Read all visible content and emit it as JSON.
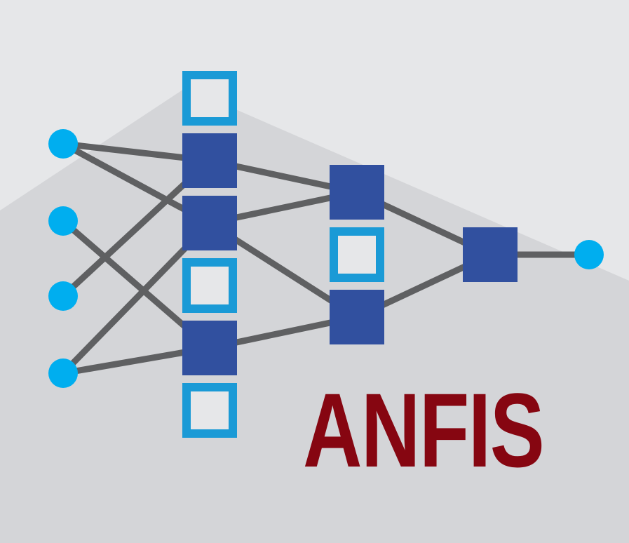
{
  "diagram": {
    "title": "ANFIS",
    "colors": {
      "background": "#e6e7e9",
      "background_shade": "#d4d5d8",
      "edge": "#5f6062",
      "input_node": "#00aeef",
      "filled_node": "#31509f",
      "hollow_node_border": "#1a9ad6",
      "hollow_node_fill": "#e6e7e9",
      "output_node": "#00aeef",
      "title": "#860611"
    },
    "layers": [
      {
        "name": "input",
        "nodes": [
          "input-node-1",
          "input-node-2",
          "input-node-3",
          "input-node-4"
        ]
      },
      {
        "name": "membership",
        "nodes": [
          "hollow",
          "filled",
          "filled",
          "hollow",
          "filled",
          "hollow"
        ]
      },
      {
        "name": "rule",
        "nodes": [
          "filled",
          "hollow",
          "filled"
        ]
      },
      {
        "name": "summation",
        "nodes": [
          "filled"
        ]
      },
      {
        "name": "output",
        "nodes": [
          "output-node"
        ]
      }
    ]
  }
}
